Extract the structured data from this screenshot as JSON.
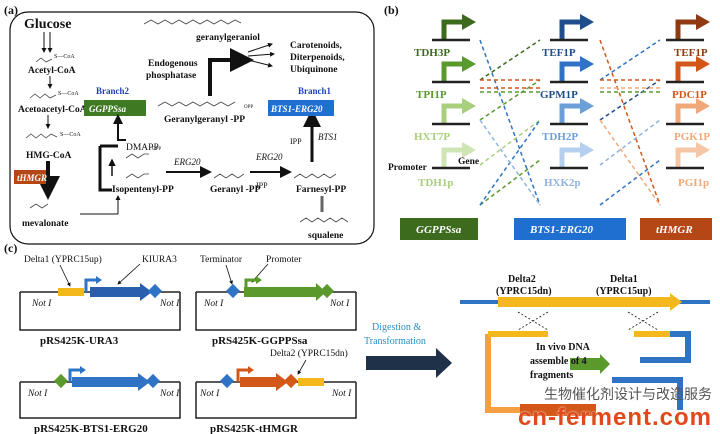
{
  "panel_a": {
    "label": "(a)",
    "glucose": "Glucose",
    "acetyl": "Acetyl-CoA",
    "acetoacetyl": "Acetoacetyl-CoA",
    "hmg": "HMG-CoA",
    "mevalonate": "mevalonate",
    "thmgr": "tHMGR",
    "dmapp": "DMAPP",
    "ipp1": "IPP",
    "ipp2": "IPP",
    "isopentenyl": "Isopentenyl-PP",
    "geranyl": "Geranyl -PP",
    "farnesyl": "Farnesyl-PP",
    "ggpp": "Geranylgeranyl -PP",
    "geranylgeraniol": "geranylgeraniol",
    "endogenous": "Endogenous",
    "phosphatase": "phosphatase",
    "products1": "Carotenoids,",
    "products2": "Diterpenoids,",
    "products3": "Ubiquinone",
    "branch1": "Branch1",
    "branch2": "Branch2",
    "bts1_erg20": "BTS1-ERG20",
    "ggppssa": "GGPPSsa",
    "erg20_1": "ERG20",
    "erg20_2": "ERG20",
    "bts1": "BTS1",
    "squalene": "squalene",
    "opp": "OPP",
    "s_coa": "S—CoA"
  },
  "panel_b": {
    "label": "(b)",
    "left_col": [
      "TDH3P",
      "TPI1P",
      "HXT7P",
      "TDH1p"
    ],
    "mid_col": [
      "TEF1P",
      "GPM1P",
      "TDH2P",
      "HXK2p"
    ],
    "right_col": [
      "TEF1P",
      "PDC1P",
      "PGK1P",
      "PGI1p"
    ],
    "promoter": "Promoter",
    "gene": "Gene",
    "genes": [
      "GGPPSsa",
      "BTS1-ERG20",
      "tHMGR"
    ]
  },
  "panel_c": {
    "label": "(c)",
    "delta1_label": "Delta1 (YPRC15up)",
    "kiura3": "KIURA3",
    "terminator": "Terminator",
    "promoter": "Promoter",
    "delta2_label": "Delta2 (YPRC15dn)",
    "not_i": "Not I",
    "plasmids": [
      "pRS425K-URA3",
      "pRS425K-GGPPSsa",
      "pRS425K-BTS1-ERG20",
      "pRS425K-tHMGR"
    ],
    "digestion": "Digestion &",
    "transformation": "Transformation",
    "delta2_top1": "Delta2",
    "delta2_top2": "(YPRC15dn)",
    "delta1_top1": "Delta1",
    "delta1_top2": "(YPRC15up)",
    "invivo1": "In vivo DNA",
    "invivo2": "assemble of  4",
    "invivo3": "fragments"
  },
  "watermark": {
    "cn": "生物催化剂设计与改造服务",
    "en": "cn-ferment.com"
  },
  "colors": {
    "dark_green": "#3d6b1e",
    "mid_green": "#5a9a2c",
    "light_green": "#a8cf7c",
    "dark_blue": "#1f4e8c",
    "mid_blue": "#2f73c4",
    "light_blue": "#8fb4e0",
    "dark_orange": "#8f3a10",
    "mid_orange": "#d4571a",
    "light_orange": "#f0a878",
    "yellow": "#f5b81c"
  }
}
